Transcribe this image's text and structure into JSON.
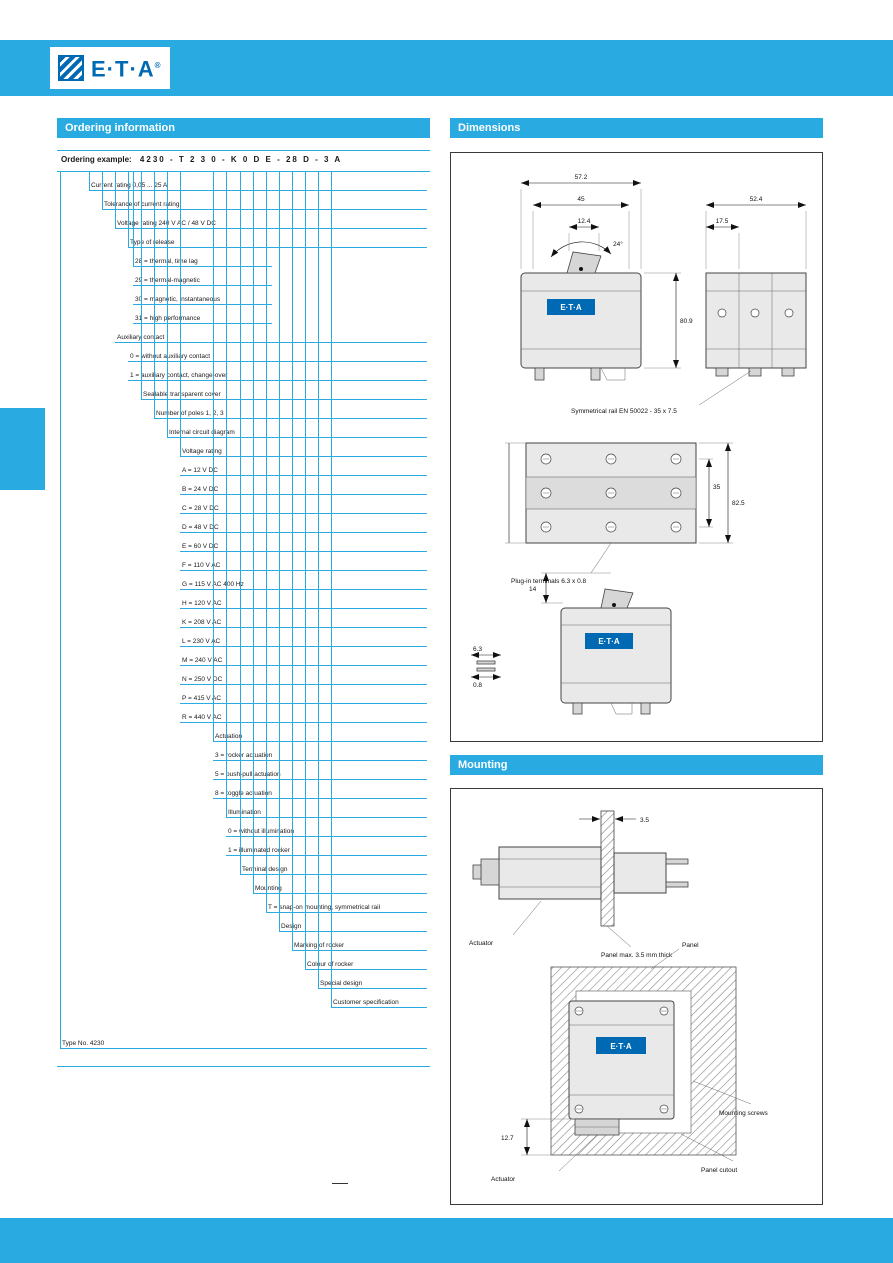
{
  "brand": {
    "logo_text": "E·T·A",
    "reg": "®"
  },
  "icons": {
    "logo_mark": "diagonal-stripes-square"
  },
  "colors": {
    "accent": "#29ABE2",
    "logo_blue": "#0069B4"
  },
  "sections": {
    "ordering": {
      "title": "Ordering information"
    },
    "dimensions": {
      "title": "Dimensions"
    },
    "mounting": {
      "title": "Mounting"
    }
  },
  "type_key": {
    "example_label": "Ordering example:",
    "example_code": "4230 - T 2 3 0 - K 0 D E - 28 D - 3 A",
    "bottom_row": {
      "i": 3,
      "v": 1,
      "t": "Type No. 4230"
    },
    "rows": [
      {
        "i": 32,
        "v": 1,
        "t": "Current rating 0,05 ... 25 A"
      },
      {
        "i": 45,
        "v": 1,
        "t": "Tolerance of current rating"
      },
      {
        "i": 58,
        "v": 1,
        "t": "Voltage rating 240 V AC / 48 V DC"
      },
      {
        "i": 71,
        "v": 1,
        "t": "Type of release"
      },
      {
        "i": 76,
        "s": 1,
        "v": 1,
        "t": "28 = thermal, time lag"
      },
      {
        "i": 76,
        "s": 1,
        "t": "29 = thermal-magnetic"
      },
      {
        "i": 76,
        "s": 1,
        "t": "30 = magnetic, instantaneous"
      },
      {
        "i": 76,
        "s": 1,
        "t": "31 = high performance"
      },
      {
        "i": 58,
        "t": "Auxiliary contact"
      },
      {
        "i": 71,
        "t": "0 = without auxiliary contact"
      },
      {
        "i": 71,
        "t": "1 = auxiliary contact, change-over"
      },
      {
        "i": 84,
        "v": 1,
        "t": "Sealable transparent cover"
      },
      {
        "i": 97,
        "v": 1,
        "t": "Number of poles 1, 2, 3"
      },
      {
        "i": 110,
        "v": 1,
        "t": "Internal circuit diagram"
      },
      {
        "i": 123,
        "v": 1,
        "t": "Voltage rating"
      },
      {
        "i": 123,
        "t": "A = 12 V DC"
      },
      {
        "i": 123,
        "t": "B = 24 V DC"
      },
      {
        "i": 123,
        "t": "C = 28 V DC"
      },
      {
        "i": 123,
        "t": "D = 48 V DC"
      },
      {
        "i": 123,
        "t": "E = 60 V DC"
      },
      {
        "i": 123,
        "t": "F = 110 V AC"
      },
      {
        "i": 123,
        "t": "G = 115 V AC 400 Hz"
      },
      {
        "i": 123,
        "t": "H = 120 V AC"
      },
      {
        "i": 123,
        "t": "K = 208 V AC"
      },
      {
        "i": 123,
        "t": "L = 230 V AC"
      },
      {
        "i": 123,
        "t": "M = 240 V AC"
      },
      {
        "i": 123,
        "t": "N = 250 V DC"
      },
      {
        "i": 123,
        "t": "P = 415 V AC"
      },
      {
        "i": 123,
        "t": "R = 440 V AC"
      },
      {
        "i": 156,
        "v": 1,
        "t": "Actuation"
      },
      {
        "i": 156,
        "t": "3 = rocker actuation"
      },
      {
        "i": 156,
        "t": "5 = push-pull actuation"
      },
      {
        "i": 156,
        "t": "8 = toggle actuation"
      },
      {
        "i": 169,
        "v": 1,
        "t": "Illumination"
      },
      {
        "i": 169,
        "t": "0 = without illumination"
      },
      {
        "i": 169,
        "t": "1 = illuminated rocker"
      },
      {
        "i": 183,
        "v": 1,
        "t": "Terminal design"
      },
      {
        "i": 196,
        "v": 1,
        "t": "Mounting"
      },
      {
        "i": 209,
        "v": 1,
        "t": "T = snap-on mounting, symmetrical rail"
      },
      {
        "i": 222,
        "v": 1,
        "t": "Design"
      },
      {
        "i": 235,
        "v": 1,
        "t": "Marking of rocker"
      },
      {
        "i": 248,
        "v": 1,
        "t": "Colour of rocker"
      },
      {
        "i": 261,
        "v": 1,
        "t": "Special design"
      },
      {
        "i": 274,
        "v": 1,
        "t": "Customer specification"
      }
    ]
  },
  "drawings": {
    "dims": {
      "logo": "E·T·A",
      "w_total": "57.2",
      "w_body": "45",
      "w_rocker": "12.4",
      "angle": "24°",
      "side_w": "52.4",
      "pole_w": "17.5",
      "height": "80.9",
      "depth": "35",
      "depth_total": "82.5",
      "travel": "14",
      "term_a": "6.3",
      "term_b": "0.8",
      "callout_rail": "Symmetrical rail EN 50022 - 35 x 7.5",
      "callout_term": "Plug-in terminals 6.3 x 0.8"
    },
    "mount": {
      "logo": "E·T·A",
      "panel_t": "3.5",
      "cutout": "12.7",
      "callout_actuator": "Actuator",
      "callout_panel": "Panel max. 3.5 mm thick",
      "callout_panel2": "Panel",
      "callout_screws": "Mounting screws",
      "callout_cutout": "Panel cutout",
      "callout_actuator2": "Actuator"
    }
  }
}
